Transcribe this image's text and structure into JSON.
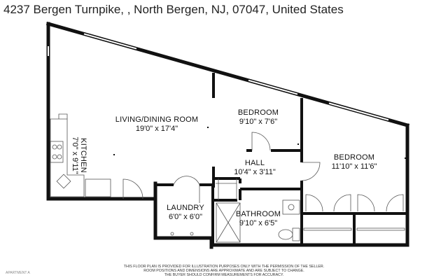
{
  "header": {
    "address": "4237 Bergen Turnpike, , North Bergen, NJ, 07047, United States"
  },
  "rooms": {
    "living": {
      "name": "LIVING/DINING ROOM",
      "dims": "19'0\" x 17'4\""
    },
    "bedroom1": {
      "name": "BEDROOM",
      "dims": "9'10\" x 7'6\""
    },
    "bedroom2": {
      "name": "BEDROOM",
      "dims": "11'10\" x 11'6\""
    },
    "kitchen": {
      "name": "KITCHEN",
      "dims": "7'0\" x 9'11\""
    },
    "hall": {
      "name": "HALL",
      "dims": "10'4\" x 3'11\""
    },
    "laundry": {
      "name": "LAUNDRY",
      "dims": "6'0\" x 6'0\""
    },
    "bathroom": {
      "name": "BATHROOM",
      "dims": "9'10\" x 6'5\""
    }
  },
  "footer": {
    "disclaimer_lines": [
      "This floor plan is provided for illustration purposes only with the permission of the seller.",
      "Room positions and dimensions are approximate and are subject to change.",
      "The buyer should confirm measurements for accuracy."
    ],
    "corner_label": "APARTMENT A"
  },
  "colors": {
    "wall": "#111111",
    "line": "#555555",
    "background": "#ffffff"
  }
}
